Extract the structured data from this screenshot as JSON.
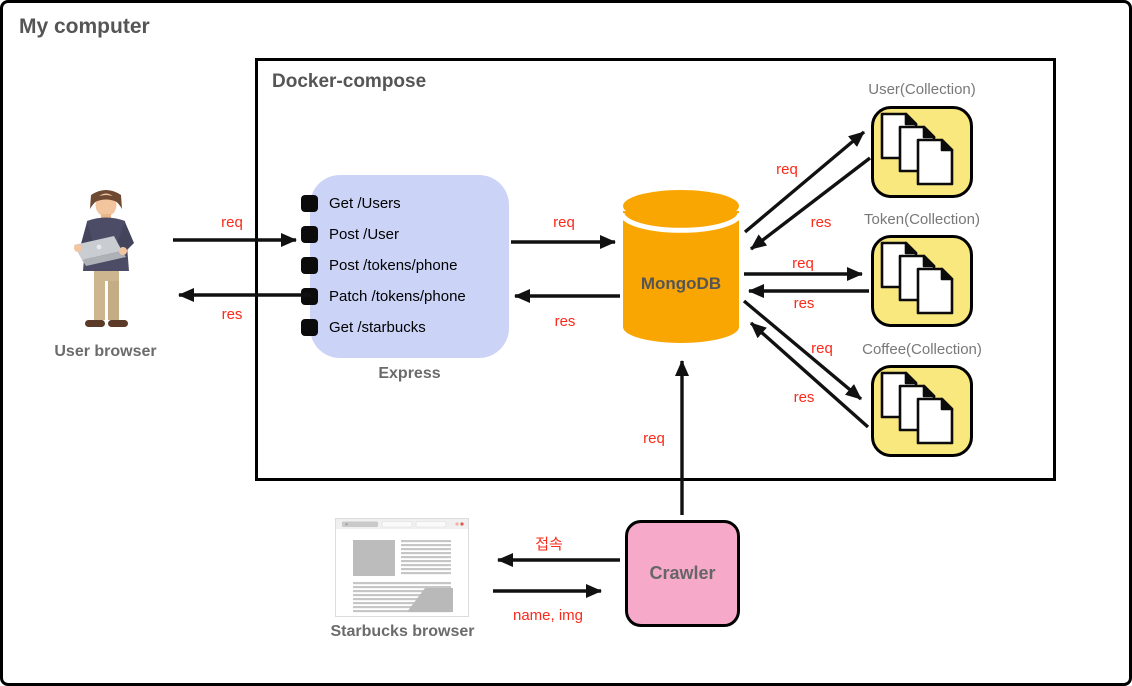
{
  "page_title": "My computer",
  "docker_compose": {
    "title": "Docker-compose"
  },
  "user_browser": {
    "label": "User browser"
  },
  "express": {
    "label": "Express",
    "routes": [
      "Get /Users",
      "Post /User",
      "Post /tokens/phone",
      "Patch /tokens/phone",
      "Get /starbucks"
    ]
  },
  "mongodb": {
    "label": "MongoDB"
  },
  "collections": [
    {
      "label": "User(Collection)"
    },
    {
      "label": "Token(Collection)"
    },
    {
      "label": "Coffee(Collection)"
    }
  ],
  "crawler": {
    "label": "Crawler"
  },
  "starbucks_browser": {
    "label": "Starbucks browser"
  },
  "arrows": [
    {
      "from": "user-browser",
      "to": "express",
      "label": "req"
    },
    {
      "from": "express",
      "to": "user-browser",
      "label": "res"
    },
    {
      "from": "express",
      "to": "mongodb",
      "label": "req"
    },
    {
      "from": "mongodb",
      "to": "express",
      "label": "res"
    },
    {
      "from": "mongodb",
      "to": "user-collection",
      "label": "req"
    },
    {
      "from": "user-collection",
      "to": "mongodb",
      "label": "res"
    },
    {
      "from": "mongodb",
      "to": "token-collection",
      "label": "req"
    },
    {
      "from": "token-collection",
      "to": "mongodb",
      "label": "res"
    },
    {
      "from": "mongodb",
      "to": "coffee-collection",
      "label": "req"
    },
    {
      "from": "coffee-collection",
      "to": "mongodb",
      "label": "res"
    },
    {
      "from": "crawler",
      "to": "mongodb",
      "label": "req"
    },
    {
      "from": "crawler",
      "to": "starbucks-browser",
      "label": "접속"
    },
    {
      "from": "starbucks-browser",
      "to": "crawler",
      "label": "name, img"
    }
  ],
  "icons": {
    "user_browser": "person-with-laptop-icon",
    "mongodb": "database-cylinder-icon",
    "collection": "stacked-documents-icon",
    "starbucks_browser": "browser-window-icon",
    "route_bullet": "black-square-bullet-icon"
  },
  "colors": {
    "express_bg": "#cbd3f7",
    "mongodb_orange": "#f9a602",
    "collection_yellow": "#f8e87d",
    "crawler_pink": "#f7a9c9",
    "arrow_label_red": "#fa2a1a",
    "heading_gray": "#555555",
    "arrow_black": "#111111"
  }
}
